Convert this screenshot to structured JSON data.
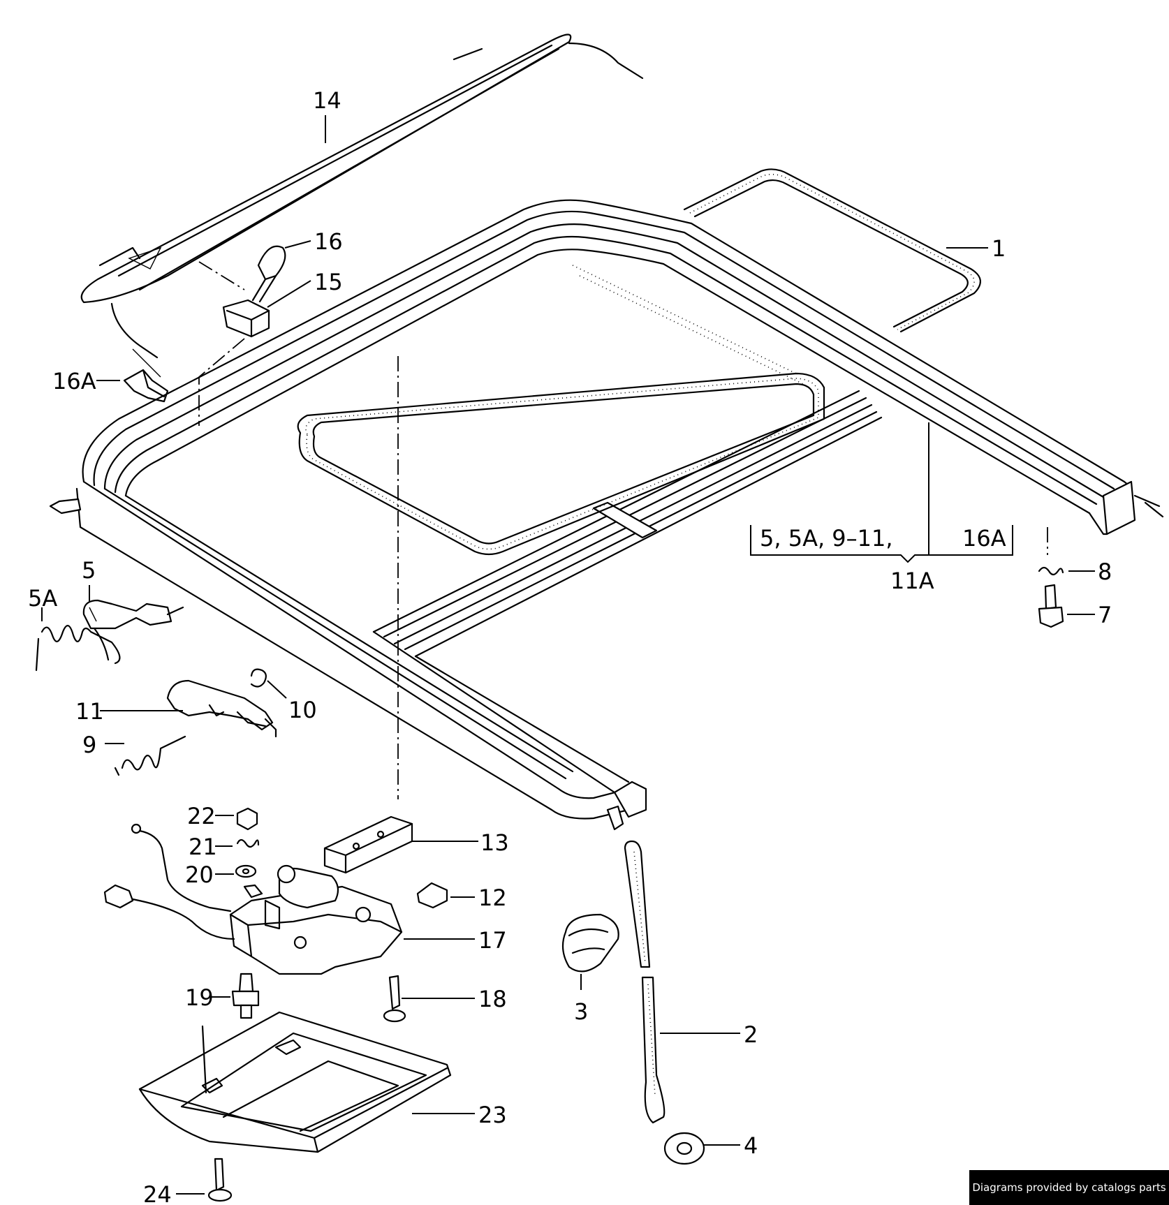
{
  "callouts": {
    "c1": "1",
    "c2": "2",
    "c3": "3",
    "c4": "4",
    "c5": "5",
    "c5a": "5A",
    "c7": "7",
    "c8": "8",
    "c9": "9",
    "c10": "10",
    "c11": "11",
    "c12": "12",
    "c13": "13",
    "c14": "14",
    "c15": "15",
    "c16": "16",
    "c16a": "16A",
    "c17": "17",
    "c18": "18",
    "c19": "19",
    "c20": "20",
    "c21": "21",
    "c22": "22",
    "c23": "23",
    "c24": "24"
  },
  "kit_group": {
    "contents": "5, 5A, 9–11,",
    "contents_end": "16A",
    "label": "11A"
  },
  "footer": {
    "credit": "Diagrams provided by catalogs parts"
  }
}
